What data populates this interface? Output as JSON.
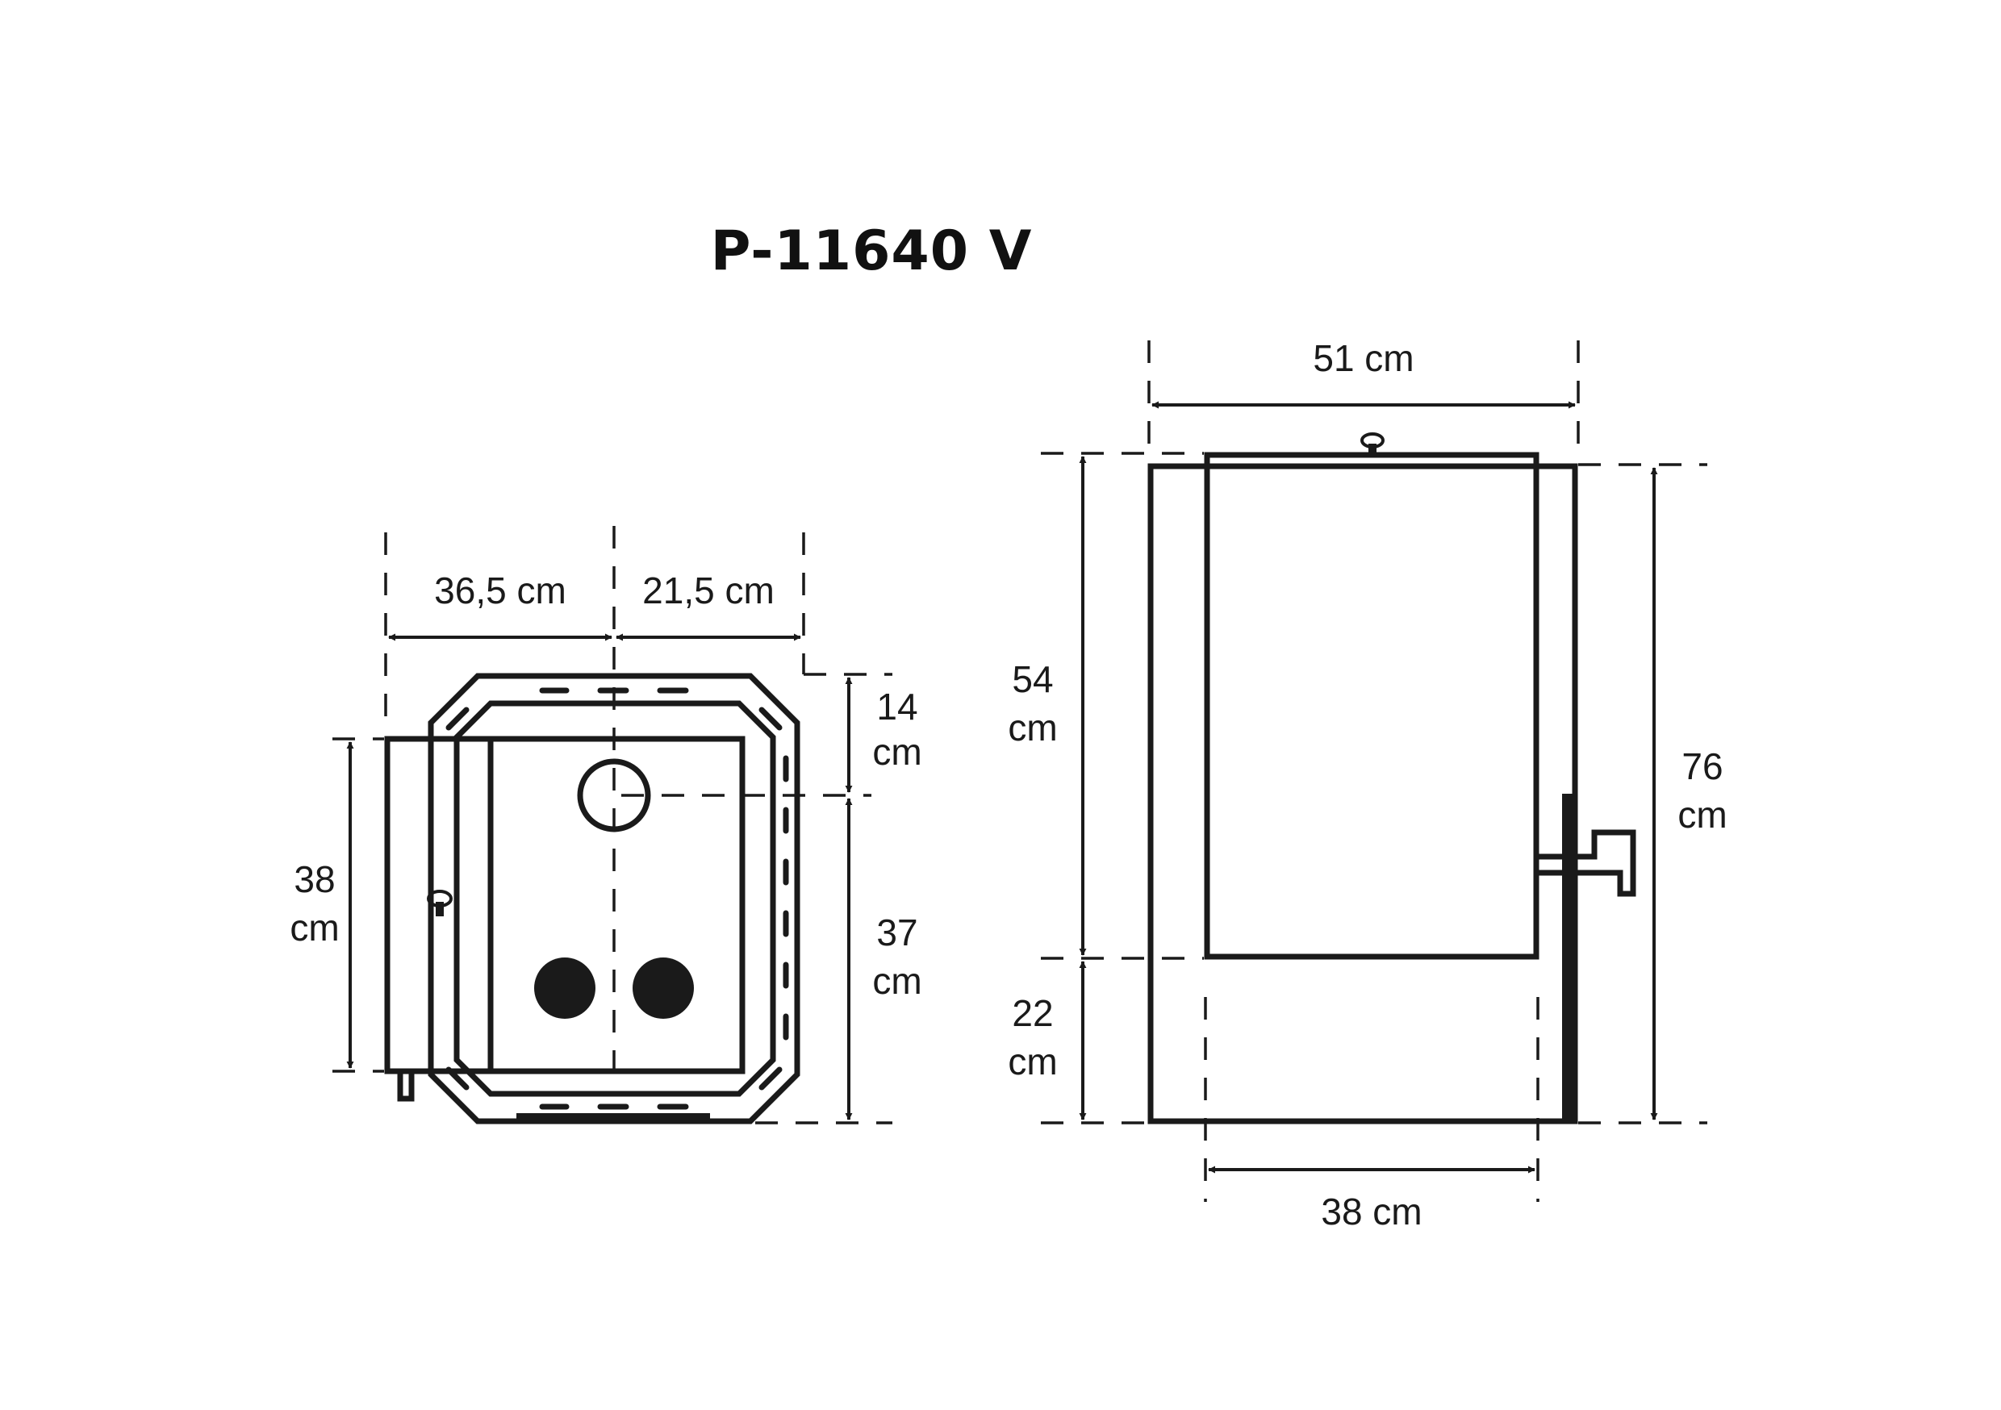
{
  "title": "P-11640 V",
  "top_view": {
    "dim_left_width": "36,5 cm",
    "dim_right_width": "21,5 cm",
    "dim_upper_height": {
      "value": "14",
      "unit": "cm"
    },
    "dim_lower_height": {
      "value": "37",
      "unit": "cm"
    },
    "dim_door_height": {
      "value": "38",
      "unit": "cm"
    }
  },
  "side_view": {
    "dim_total_width": "51 cm",
    "dim_bottom_width": "38 cm",
    "dim_upper_height": {
      "value": "54",
      "unit": "cm"
    },
    "dim_lower_height": {
      "value": "22",
      "unit": "cm"
    },
    "dim_total_height": {
      "value": "76",
      "unit": "cm"
    }
  },
  "colors": {
    "line": "#1a1a1a",
    "background": "#ffffff"
  }
}
